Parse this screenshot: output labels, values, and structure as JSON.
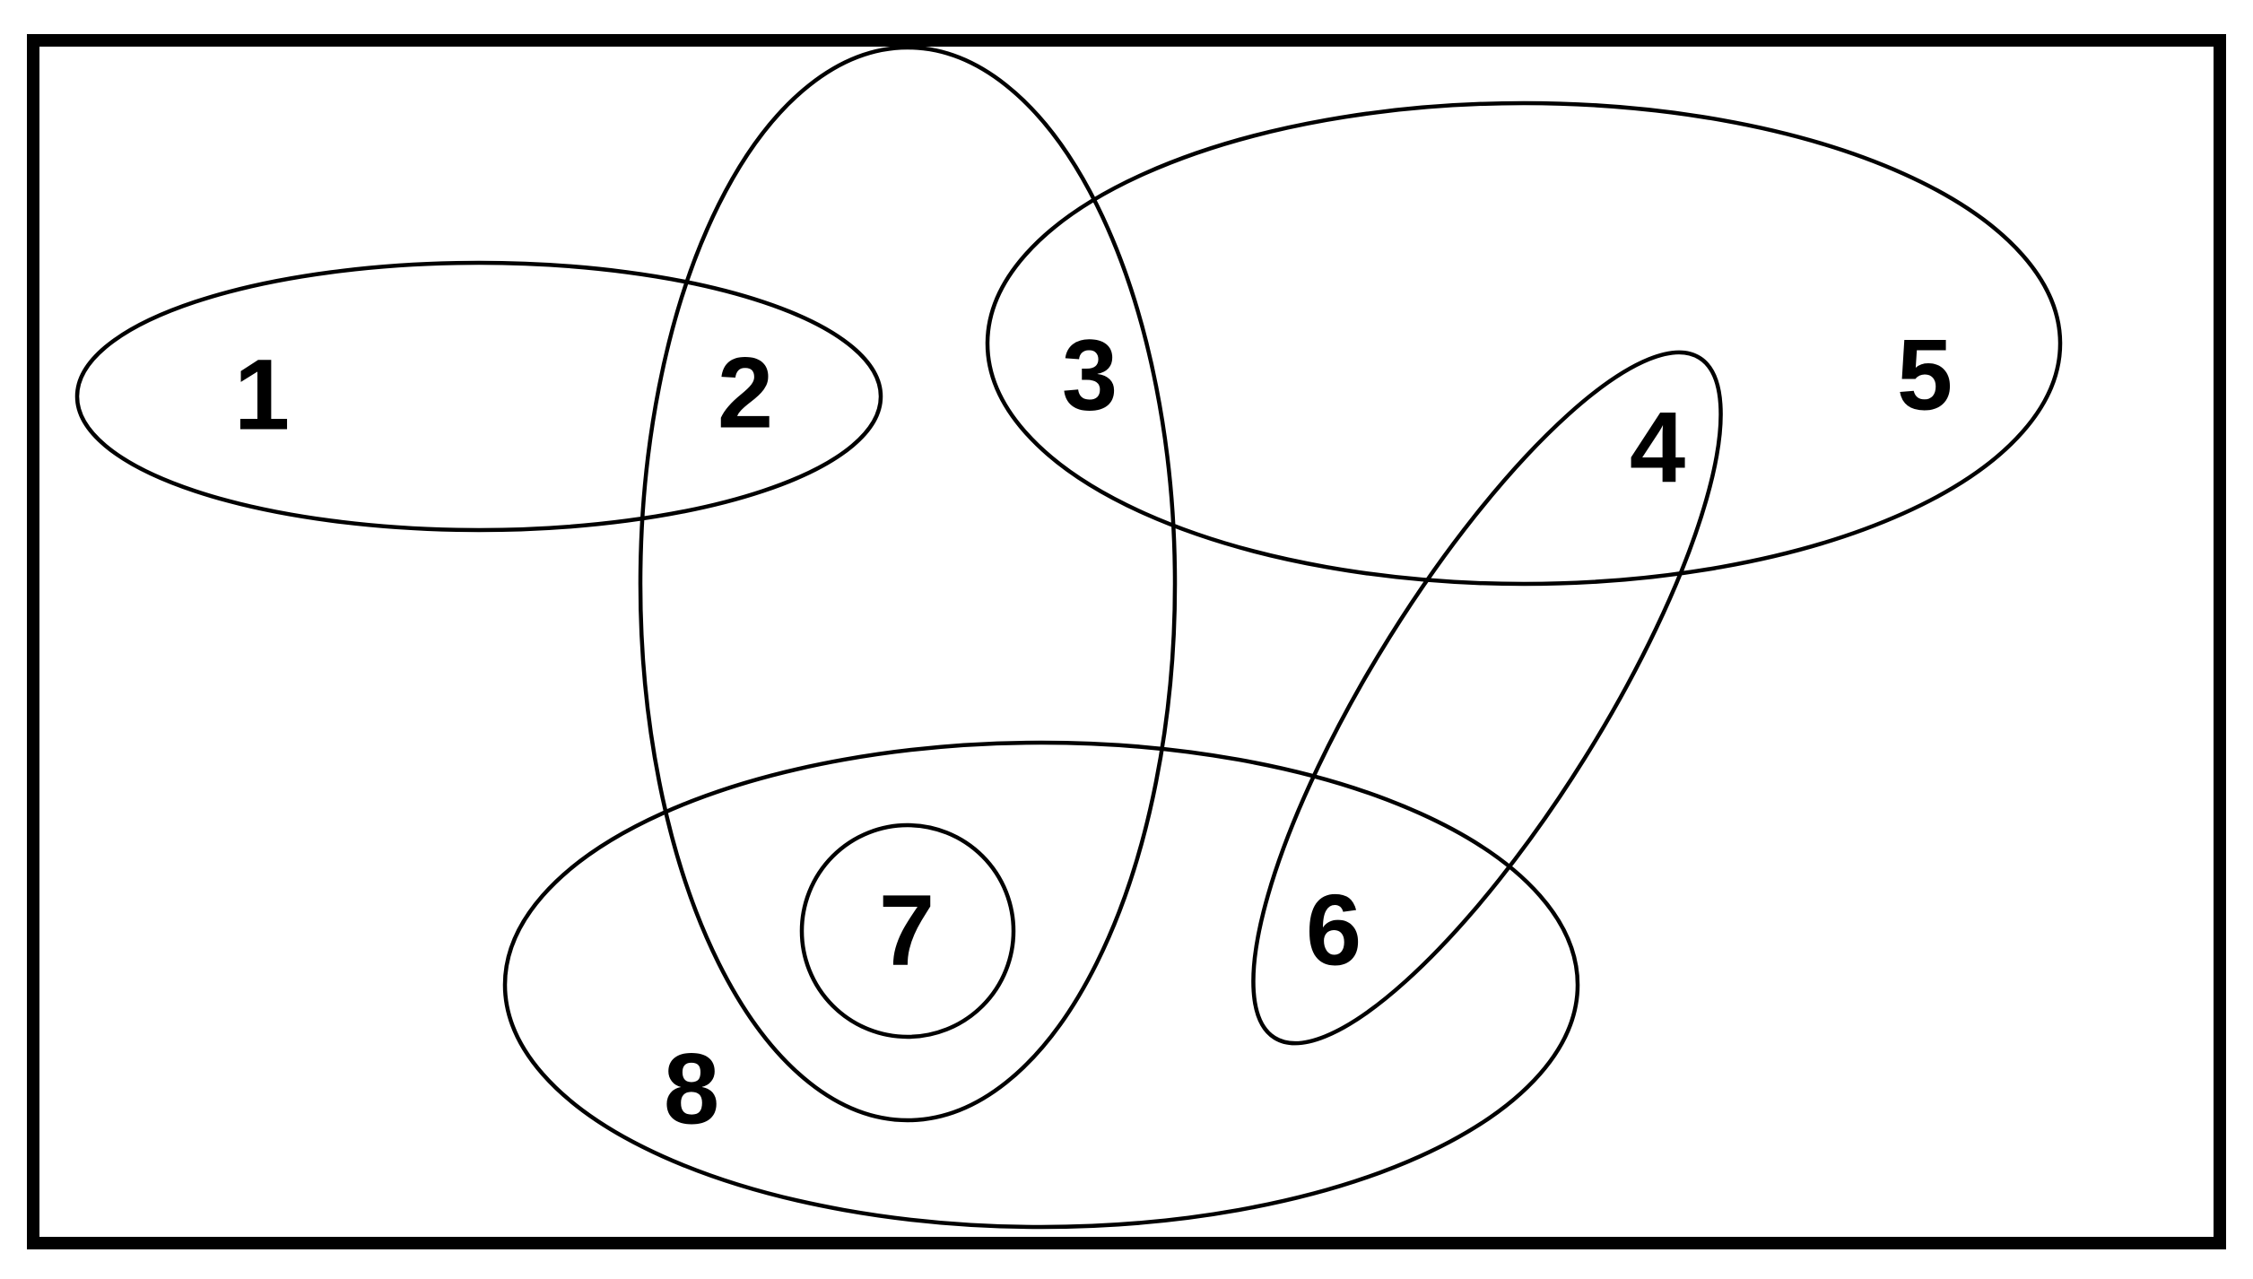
{
  "diagram": {
    "type": "venn-euler",
    "colors": {
      "background": "#ffffff",
      "stroke": "#000000",
      "text": "#000000"
    },
    "regions": [
      {
        "id": "1",
        "label": "1"
      },
      {
        "id": "2",
        "label": "2"
      },
      {
        "id": "3",
        "label": "3"
      },
      {
        "id": "4",
        "label": "4"
      },
      {
        "id": "5",
        "label": "5"
      },
      {
        "id": "6",
        "label": "6"
      },
      {
        "id": "7",
        "label": "7"
      },
      {
        "id": "8",
        "label": "8"
      }
    ]
  }
}
